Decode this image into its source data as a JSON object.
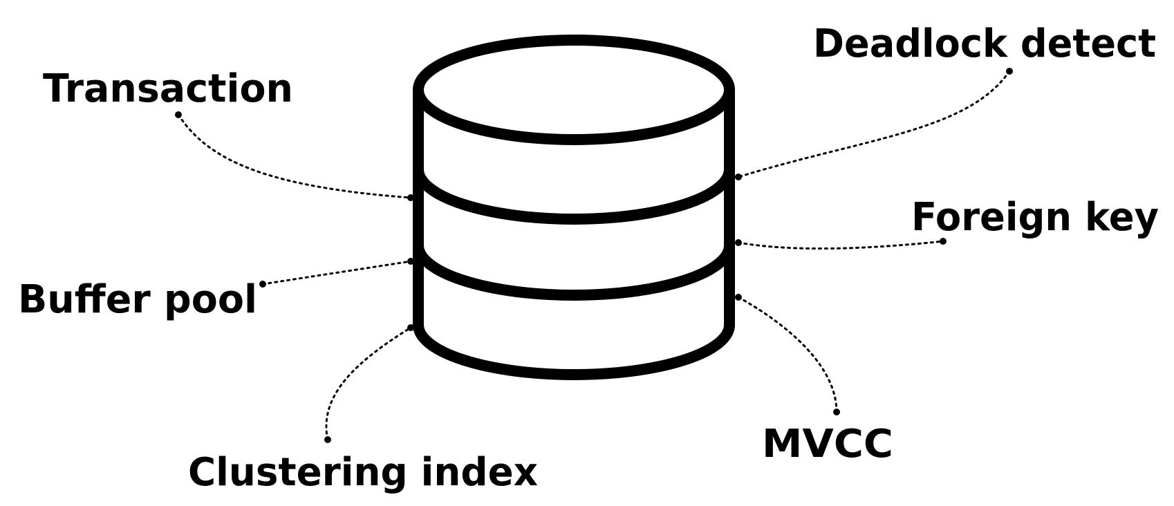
{
  "diagram": {
    "center": {
      "name": "database-cylinder",
      "icon": "database-icon",
      "segments": 3
    },
    "labels": {
      "transaction": "Transaction",
      "buffer_pool": "Buffer pool",
      "clustering_index": "Clustering index",
      "deadlock_detect": "Deadlock detect",
      "foreign_key": "Foreign key",
      "mvcc": "MVCC"
    },
    "colors": {
      "stroke": "#000000",
      "background": "#ffffff"
    }
  }
}
